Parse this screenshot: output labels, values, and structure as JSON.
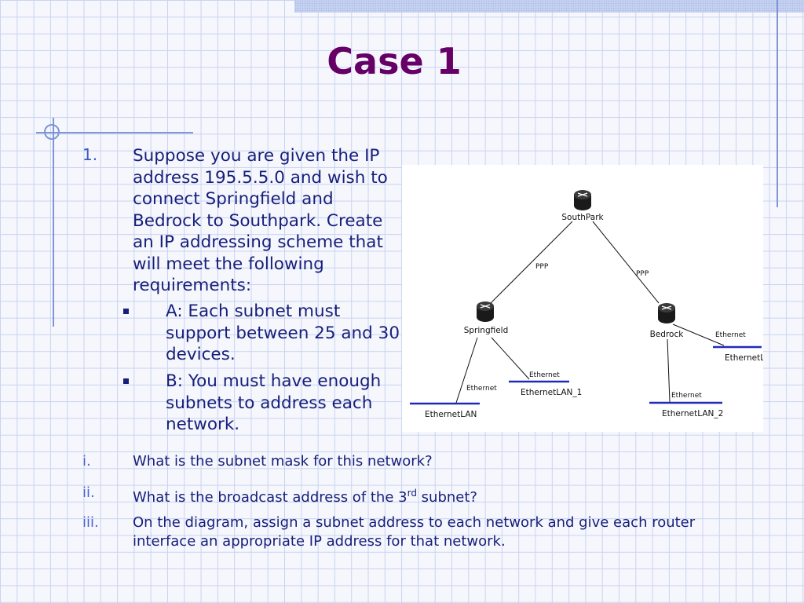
{
  "title": "Case 1",
  "main": {
    "item_marker": "1.",
    "item_text": "Suppose you are given the IP address 195.5.5.0 and wish to connect Springfield and Bedrock to Southpark. Create an IP addressing scheme that will meet the following requirements:",
    "requirements": [
      {
        "text": "A: Each subnet must support between 25 and 30 devices."
      },
      {
        "text": "B: You must have enough subnets to address each network."
      }
    ],
    "questions": [
      {
        "marker": "i.",
        "text": "What is the subnet mask for this network?"
      },
      {
        "marker": "ii.",
        "text_before": "What is the broadcast address of the 3",
        "superscript": "rd",
        "text_after": " subnet?"
      },
      {
        "marker": "iii.",
        "text": "On the diagram, assign a subnet address to each network and give each router interface an appropriate IP address for that network."
      }
    ]
  },
  "diagram": {
    "routers": {
      "southpark": "SouthPark",
      "springfield": "Springfield",
      "bedrock": "Bedrock"
    },
    "links": {
      "ppp_left": "PPP",
      "ppp_right": "PPP",
      "eth_springfield_lan": "Ethernet",
      "eth_springfield_lan1": "Ethernet",
      "eth_bedrock_lan2": "Ethernet",
      "eth_bedrock_lan3": "Ethernet"
    },
    "lans": {
      "lan": "EthernetLAN",
      "lan1": "EthernetLAN_1",
      "lan2": "EthernetLAN_2",
      "lan3": "EthernetLAN"
    },
    "colors": {
      "lan_bar": "#1f2bb8",
      "router": "#1a1a1a"
    }
  }
}
